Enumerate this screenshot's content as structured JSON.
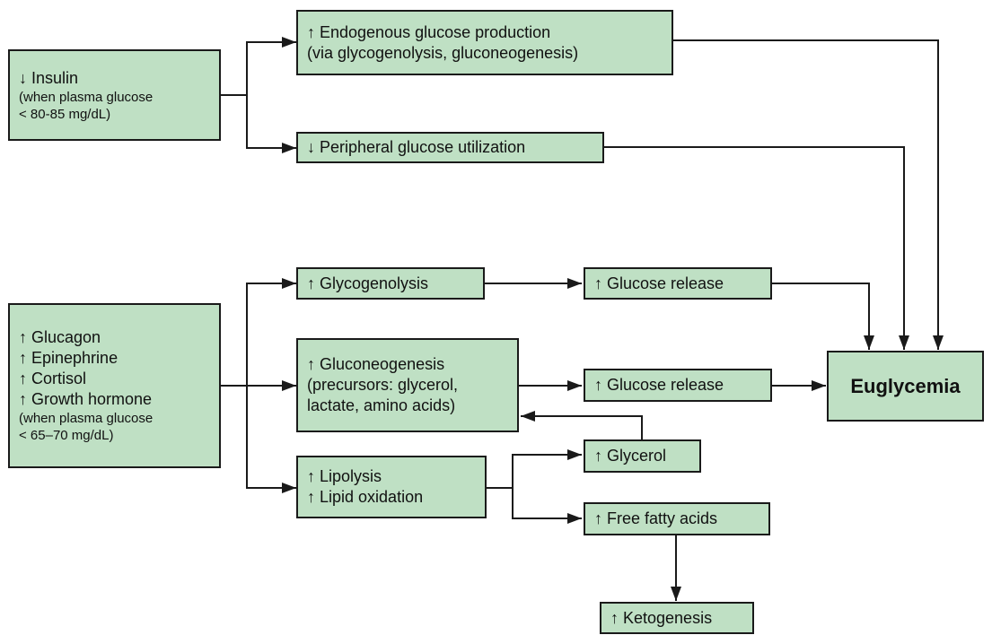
{
  "nodes": {
    "insulin": {
      "line1": "↓ Insulin",
      "note1": "(when plasma glucose",
      "note2": "< 80-85 mg/dL)"
    },
    "egp": {
      "line1": "↑ Endogenous glucose production",
      "line2": "(via glycogenolysis, gluconeogenesis)"
    },
    "pgu": {
      "line1": "↓ Peripheral glucose utilization"
    },
    "counter": {
      "line1": "↑ Glucagon",
      "line2": "↑ Epinephrine",
      "line3": "↑ Cortisol",
      "line4": "↑ Growth hormone",
      "note1": "(when plasma glucose",
      "note2": "< 65–70 mg/dL)"
    },
    "glycogenolysis": {
      "line1": "↑ Glycogenolysis"
    },
    "glucose_release_1": {
      "line1": "↑ Glucose release"
    },
    "gluconeogenesis": {
      "line1": "↑ Gluconeogenesis",
      "line2": "(precursors: glycerol,",
      "line3": "lactate, amino acids)"
    },
    "glucose_release_2": {
      "line1": "↑ Glucose release"
    },
    "euglycemia": {
      "line1": "Euglycemia"
    },
    "lipolysis": {
      "line1": "↑ Lipolysis",
      "line2": "↑ Lipid oxidation"
    },
    "glycerol": {
      "line1": "↑ Glycerol"
    },
    "ffa": {
      "line1": "↑ Free fatty acids"
    },
    "ketogenesis": {
      "line1": "↑ Ketogenesis"
    }
  },
  "colors": {
    "box_fill": "#bfe0c4",
    "line": "#1a1a1a"
  }
}
